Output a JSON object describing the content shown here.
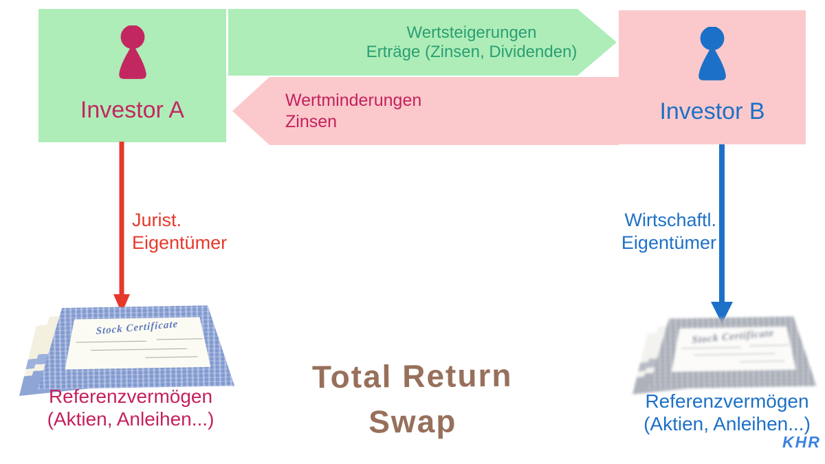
{
  "diagram": {
    "investor_a": {
      "label": "Investor A"
    },
    "investor_b": {
      "label": "Investor B"
    },
    "green_arrow": {
      "line1": "Wertsteigerungen",
      "line2": "Erträge (Zinsen, Dividenden)"
    },
    "pink_arrow": {
      "line1": "Wertminderungen",
      "line2": "Zinsen"
    },
    "left_ownership": {
      "line1": "Jurist.",
      "line2": "Eigentümer"
    },
    "right_ownership": {
      "line1": "Wirtschaftl.",
      "line2": "Eigentümer"
    },
    "left_asset": {
      "line1": "Referenzvermögen",
      "line2": "(Aktien, Anleihen...)"
    },
    "right_asset": {
      "line1": "Referenzvermögen",
      "line2": "(Aktien, Anleihen...)"
    },
    "certificate_title": "Stock Certificate",
    "title": {
      "line1": "Total Return",
      "line2": "Swap"
    },
    "signature": "KHR"
  },
  "colors": {
    "green_fill": "#aeedb8",
    "pink_fill": "#fbc9cb",
    "crimson": "#c32760",
    "teal_text": "#2b9e72",
    "blue": "#1d70c7",
    "red": "#e6392c",
    "title_brown": "#97705b",
    "signature_blue": "#3b82dd"
  }
}
